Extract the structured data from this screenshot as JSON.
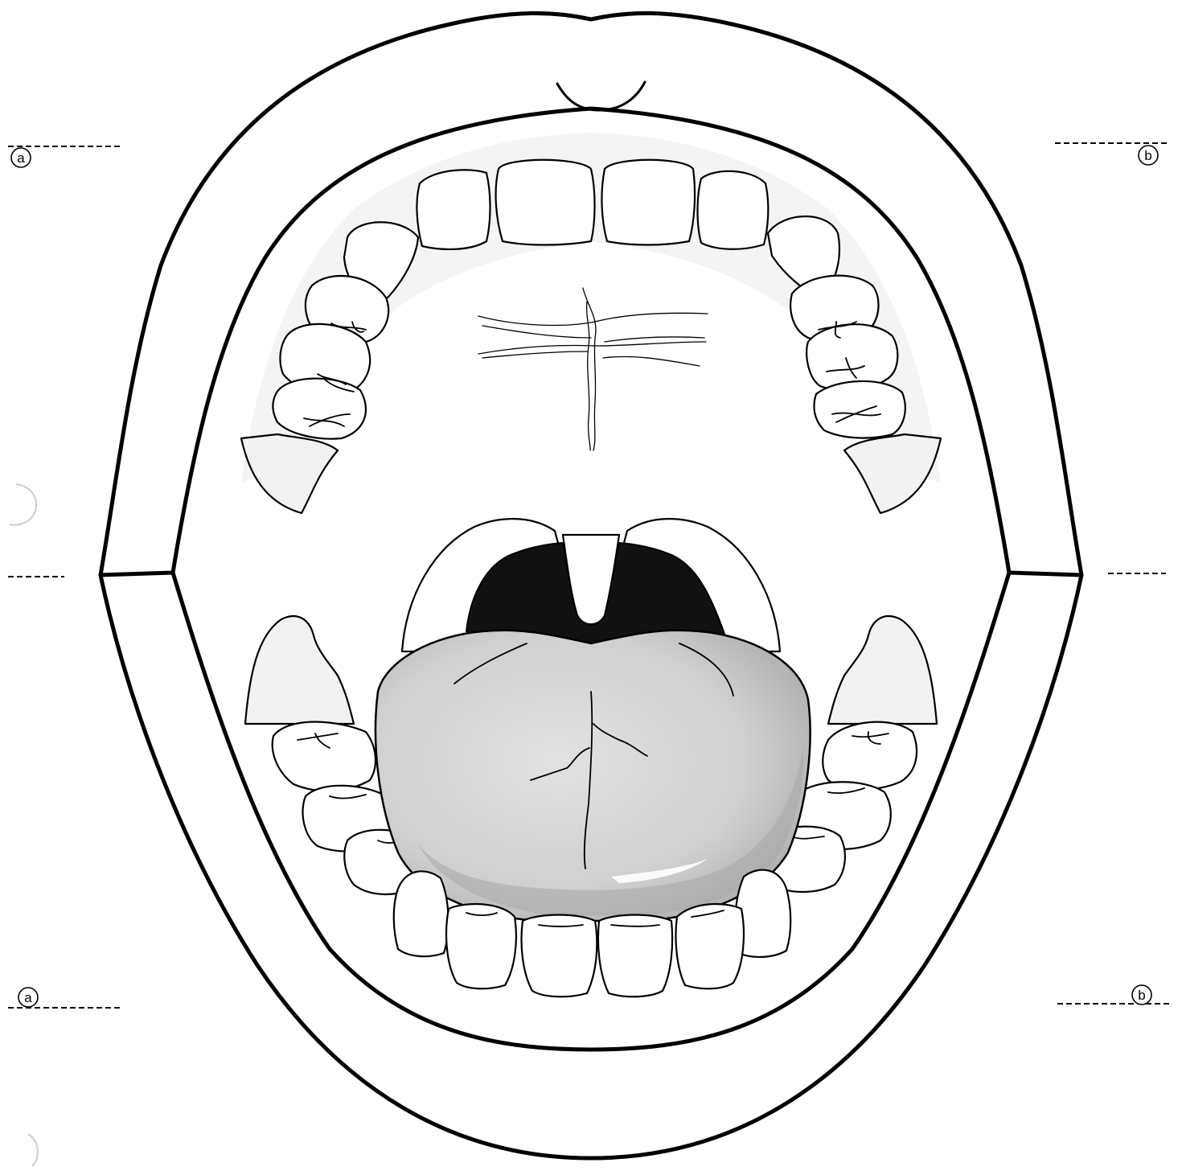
{
  "labels": {
    "top_left": "a",
    "top_right": "b",
    "bottom_left": "a",
    "bottom_right": "b"
  },
  "colors": {
    "tongue_fill": "#d4d4d4",
    "tongue_shadow": "#a8a8a8",
    "throat": "#111111",
    "gum_shade": "#f2f2f2",
    "outline": "#000000"
  }
}
